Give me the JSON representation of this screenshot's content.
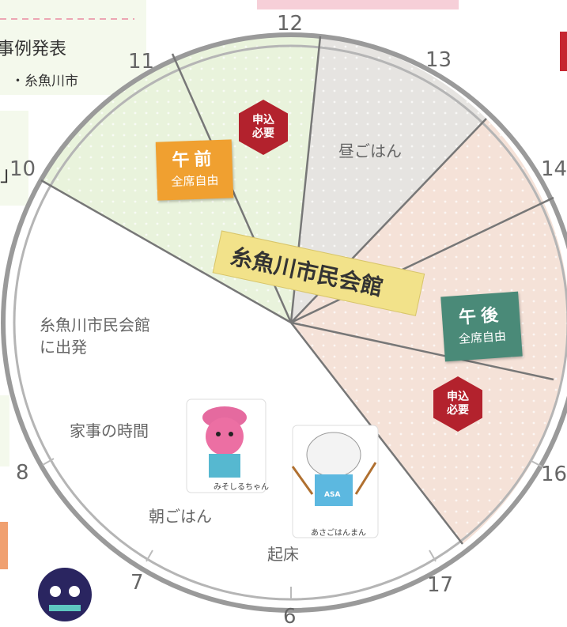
{
  "header_left": {
    "line1": "事例発表",
    "line2": "・糸魚川市"
  },
  "left_bracket": "」",
  "clock": {
    "hours": [
      "12",
      "13",
      "14",
      "16",
      "17",
      "6",
      "7",
      "8",
      "10",
      "11"
    ],
    "center_sign": "糸魚川市民会館",
    "activities": {
      "lunch": "昼ごはん",
      "depart_line1": "糸魚川市民会館",
      "depart_line2": "に出発",
      "housework": "家事の時間",
      "breakfast": "朝ごはん",
      "wake_up": "起床"
    },
    "morning_box": {
      "title": "午前",
      "sub": "全席自由",
      "color": "#f0a030"
    },
    "afternoon_box": {
      "title": "午後",
      "sub": "全席自由",
      "color": "#4a8a78"
    },
    "badge_top": {
      "line1": "申込",
      "line2": "必要"
    },
    "badge_bottom": {
      "line1": "申込",
      "line2": "必要"
    }
  },
  "characters": {
    "miso": "みそしるちゃん",
    "rice": "あさごはんまん",
    "rice_shirt": "ASA"
  },
  "colors": {
    "morning_fill": "#e9f3dc",
    "lunch_fill": "#e6e4e1",
    "afternoon_fill": "#f5e2d8",
    "badge_red": "#b3222d"
  }
}
